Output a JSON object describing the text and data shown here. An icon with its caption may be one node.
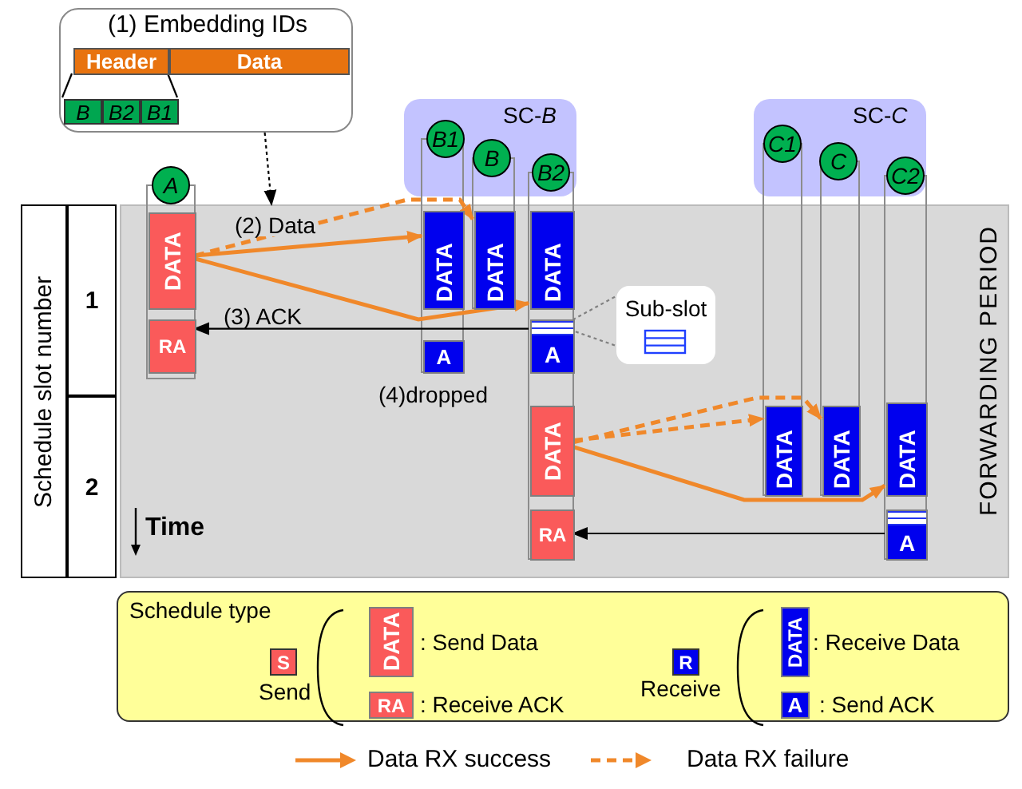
{
  "diagram": {
    "nodes": [
      {
        "text": [
          "(1) Embedding IDs"
        ]
      },
      {
        "text": [
          "Header"
        ],
        "in": 0
      },
      {
        "text": [
          "Data"
        ],
        "in": 0
      },
      {
        "text": [
          "B"
        ],
        "in": 0
      },
      {
        "text": [
          "B2"
        ],
        "in": 0
      },
      {
        "text": [
          "B1"
        ],
        "in": 0
      },
      {
        "text": [
          "SC-*B*"
        ]
      },
      {
        "text": [
          "B1"
        ],
        "in": 6
      },
      {
        "text": [
          "B"
        ],
        "in": 6
      },
      {
        "text": [
          "B2"
        ],
        "in": 6
      },
      {
        "text": [
          "SC-*C*"
        ]
      },
      {
        "text": [
          "C1"
        ],
        "in": 10
      },
      {
        "text": [
          "C"
        ],
        "in": 10
      },
      {
        "text": [
          "C2"
        ],
        "in": 10
      },
      {
        "text": [
          "A"
        ]
      },
      {
        "text": [
          "FORWARDING PERIOD"
        ]
      },
      {
        "text": [
          "DATA"
        ],
        "in": 15
      },
      {
        "text": [
          "RA"
        ],
        "in": 15
      },
      {
        "text": [
          "DATA"
        ],
        "in": 15
      },
      {
        "text": [
          "DATA"
        ],
        "in": 15
      },
      {
        "text": [
          "DATA"
        ],
        "in": 15
      },
      {
        "text": [
          "A"
        ],
        "in": 15,
        "beside": [
          "(4)dropped"
        ]
      },
      {
        "text": [
          "A"
        ],
        "in": 15
      },
      {
        "text": [
          "Sub-slot"
        ],
        "in": 15
      },
      {
        "text": [
          "DATA"
        ],
        "in": 15
      },
      {
        "text": [
          "DATA"
        ],
        "in": 15
      },
      {
        "text": [
          "DATA"
        ],
        "in": 15
      },
      {
        "text": [
          "DATA"
        ],
        "in": 15
      },
      {
        "text": [
          "RA"
        ],
        "in": 15
      },
      {
        "text": [
          "A"
        ],
        "in": 15
      },
      {
        "text": [
          "Schedule type"
        ]
      },
      {
        "text": [
          "S"
        ],
        "in": 30,
        "beside": [
          "Send"
        ]
      },
      {
        "text": [
          "DATA"
        ],
        "in": 30,
        "beside": [
          ": Send Data"
        ]
      },
      {
        "text": [
          "RA"
        ],
        "in": 30,
        "beside": [
          ": Receive ACK"
        ]
      },
      {
        "text": [
          "R"
        ],
        "in": 30,
        "beside": [
          "Receive"
        ]
      },
      {
        "text": [
          "DATA"
        ],
        "in": 30,
        "beside": [
          ": Receive Data"
        ]
      },
      {
        "text": [
          "A"
        ],
        "in": 30,
        "beside": [
          ": Send ACK"
        ]
      }
    ],
    "edges": [
      {
        "from": 0,
        "to": 15,
        "arrow": "to",
        "style": "dashed",
        "color": "#000000"
      },
      {
        "from": 16,
        "to": 18,
        "arrow": "to",
        "label": "(2) Data"
      },
      {
        "from": 16,
        "to": 19,
        "arrow": "to",
        "style": "dashed"
      },
      {
        "from": 16,
        "to": 20,
        "arrow": "to"
      },
      {
        "from": 22,
        "to": 17,
        "arrow": "to",
        "label": "(3) ACK",
        "color": "#000000"
      },
      {
        "from": 23,
        "to": 22,
        "arrow": "none",
        "style": "dashed",
        "color": "#808080"
      },
      {
        "from": 24,
        "to": 25,
        "arrow": "to",
        "style": "dashed"
      },
      {
        "from": 24,
        "to": 26,
        "arrow": "to",
        "style": "dashed"
      },
      {
        "from": 24,
        "to": 27,
        "arrow": "to"
      },
      {
        "from": 29,
        "to": 28,
        "arrow": "to",
        "color": "#000000"
      },
      {
        "from": 1,
        "to": 3,
        "arrow": "none",
        "color": "#000000"
      },
      {
        "from": 1,
        "to": 5,
        "arrow": "none",
        "color": "#000000"
      }
    ],
    "labels": [
      "Schedule slot number",
      "1",
      "2",
      "Time"
    ],
    "legend": [
      {
        "text": "Data RX success"
      },
      {
        "text": "Data RX failure"
      }
    ]
  }
}
